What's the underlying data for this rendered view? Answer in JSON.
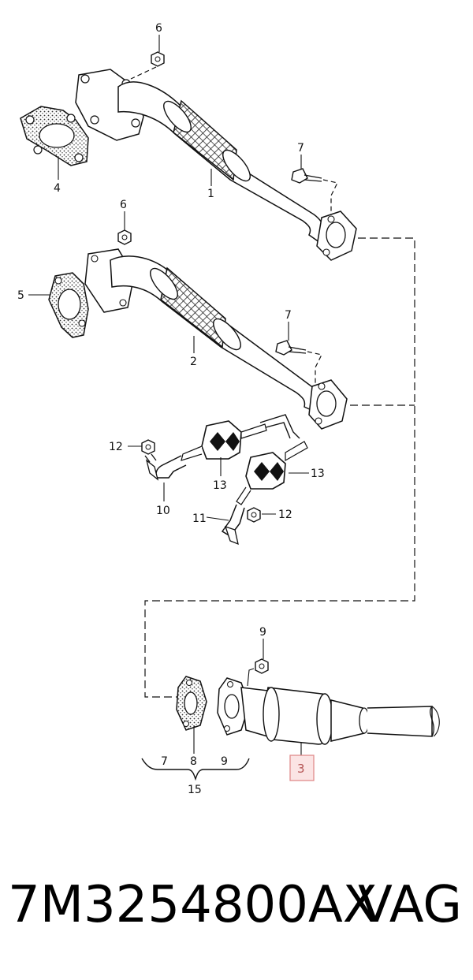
{
  "callouts": {
    "c1": "1",
    "c2": "2",
    "c3": "3",
    "c4": "4",
    "c5": "5",
    "c6a": "6",
    "c6b": "6",
    "c7a": "7",
    "c7b": "7",
    "c7c": "7",
    "c8": "8",
    "c9a": "9",
    "c9b": "9",
    "c10": "10",
    "c11": "11",
    "c12a": "12",
    "c12b": "12",
    "c13a": "13",
    "c13b": "13",
    "c15": "15"
  },
  "footer": {
    "part_number": "7M3254800AX",
    "brand": "VAG"
  },
  "colors": {
    "highlight_border": "#e08c8c",
    "highlight_fill": "#fbe4e4"
  }
}
